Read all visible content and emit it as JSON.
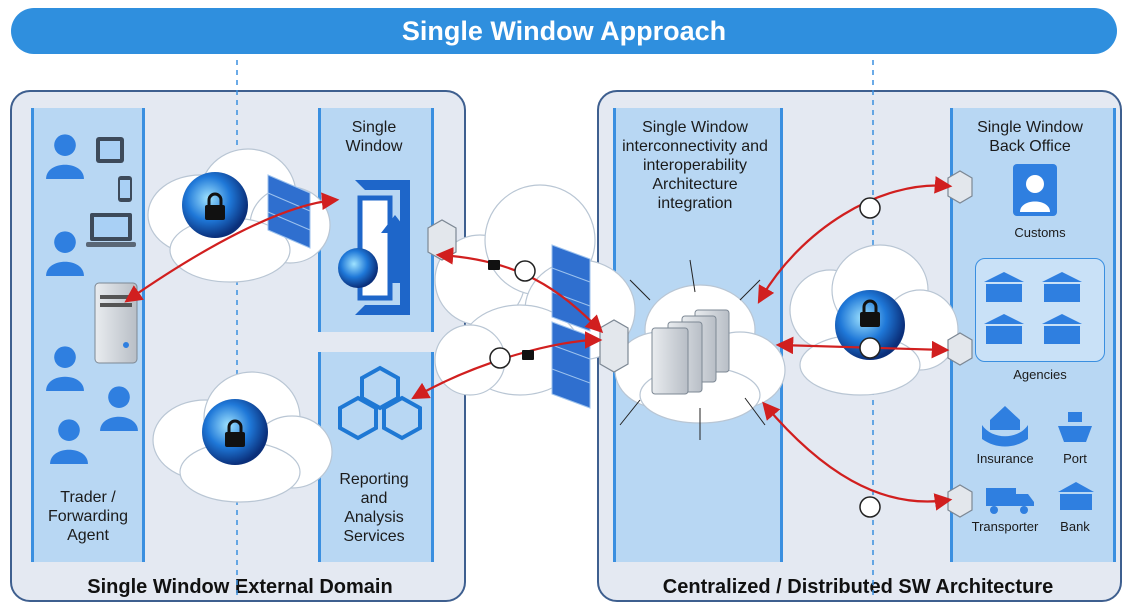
{
  "title": "Single Window Approach",
  "left_domain": {
    "title": "Single Window External Domain",
    "trader_label": "Trader / Forwarding Agent",
    "single_window_label": "Single Window",
    "reporting_label": "Reporting and Analysis Services"
  },
  "right_domain": {
    "title": "Centralized / Distributed SW Architecture",
    "interop_label": "Single Window interconnectivity and interoperability Architecture integration",
    "back_office_label": "Single Window Back Office",
    "customs": "Customs",
    "agencies": "Agencies",
    "insurance": "Insurance",
    "port": "Port",
    "transporter": "Transporter",
    "bank": "Bank"
  },
  "colors": {
    "banner": "#2f8fde",
    "column": "#b8d7f3",
    "arrow": "#d11f1f",
    "border": "#3e5f8f"
  }
}
